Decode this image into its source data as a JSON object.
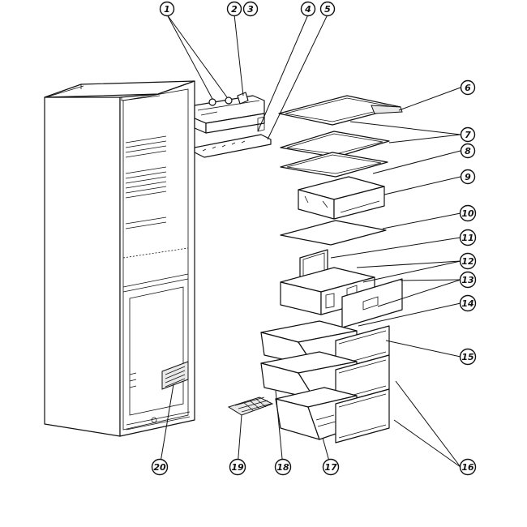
{
  "callouts": [
    {
      "id": "c1",
      "label": "1"
    },
    {
      "id": "c2",
      "label": "2"
    },
    {
      "id": "c3",
      "label": "3"
    },
    {
      "id": "c4",
      "label": "4"
    },
    {
      "id": "c5",
      "label": "5"
    },
    {
      "id": "c6",
      "label": "6"
    },
    {
      "id": "c7",
      "label": "7"
    },
    {
      "id": "c8",
      "label": "8"
    },
    {
      "id": "c9",
      "label": "9"
    },
    {
      "id": "c10",
      "label": "10"
    },
    {
      "id": "c11",
      "label": "11"
    },
    {
      "id": "c12",
      "label": "12"
    },
    {
      "id": "c13",
      "label": "13"
    },
    {
      "id": "c14",
      "label": "14"
    },
    {
      "id": "c15",
      "label": "15"
    },
    {
      "id": "c16",
      "label": "16"
    },
    {
      "id": "c17",
      "label": "17"
    },
    {
      "id": "c18",
      "label": "18"
    },
    {
      "id": "c19",
      "label": "19"
    },
    {
      "id": "c20",
      "label": "20"
    }
  ],
  "colors": {
    "line": "#111111",
    "background": "#ffffff",
    "shade": "#e9e9e9"
  }
}
